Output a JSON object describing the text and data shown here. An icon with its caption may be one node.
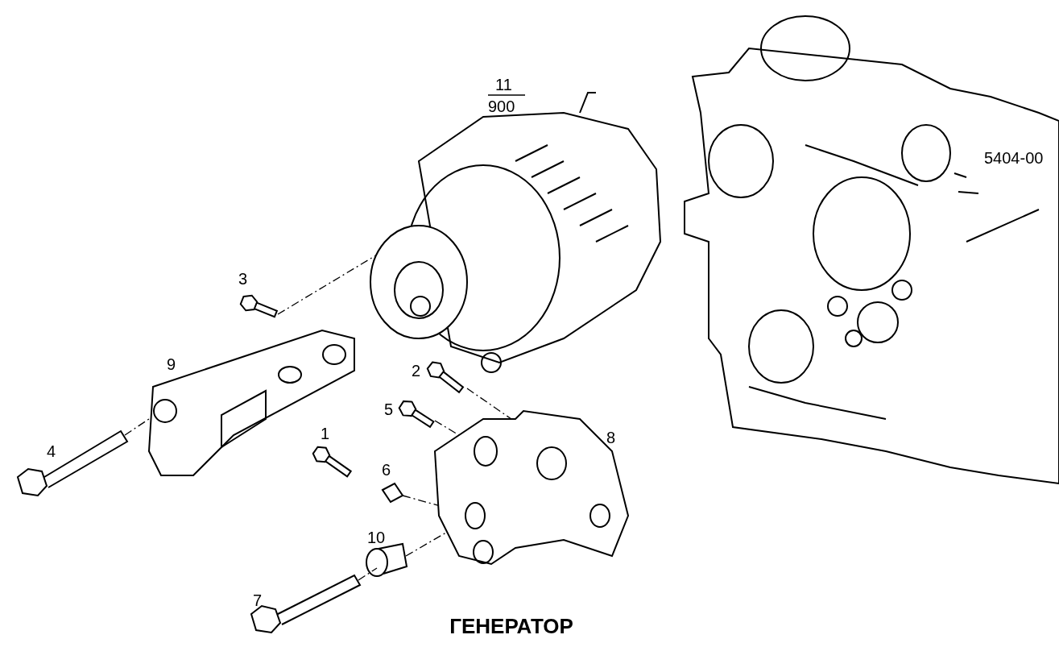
{
  "diagram": {
    "title": "ГЕНЕРАТОР",
    "nodes": [
      {
        "text": [],
        "shape": "picture"
      },
      {
        "text": [],
        "shape": "picture"
      },
      {
        "text": [],
        "shape": "picture"
      },
      {
        "text": [],
        "shape": "picture"
      },
      {
        "text": [],
        "shape": "picture"
      },
      {
        "text": [],
        "shape": "picture"
      },
      {
        "text": [],
        "shape": "picture"
      },
      {
        "text": [],
        "shape": "picture"
      },
      {
        "text": [],
        "shape": "picture"
      },
      {
        "text": [],
        "shape": "picture"
      },
      {
        "text": [],
        "shape": "picture"
      },
      {
        "text": [],
        "shape": "picture"
      }
    ],
    "edges": [
      {
        "from": 2,
        "to": 0,
        "arrow": "none",
        "style": "dashed"
      },
      {
        "from": 6,
        "to": 3,
        "arrow": "none",
        "style": "dashed"
      },
      {
        "from": 4,
        "to": 7,
        "arrow": "none",
        "style": "dashed"
      },
      {
        "from": 5,
        "to": 7,
        "arrow": "none",
        "style": "dashed"
      },
      {
        "from": 9,
        "to": 7,
        "arrow": "none",
        "style": "dashed"
      },
      {
        "from": 11,
        "to": 10,
        "arrow": "none",
        "style": "dashed"
      },
      {
        "from": 10,
        "to": 7,
        "arrow": "none",
        "style": "dashed"
      }
    ],
    "labels": [
      "11",
      "900",
      "5404-00",
      "3",
      "9",
      "2",
      "5",
      "4",
      "8",
      "1",
      "6",
      "10",
      "7"
    ]
  }
}
